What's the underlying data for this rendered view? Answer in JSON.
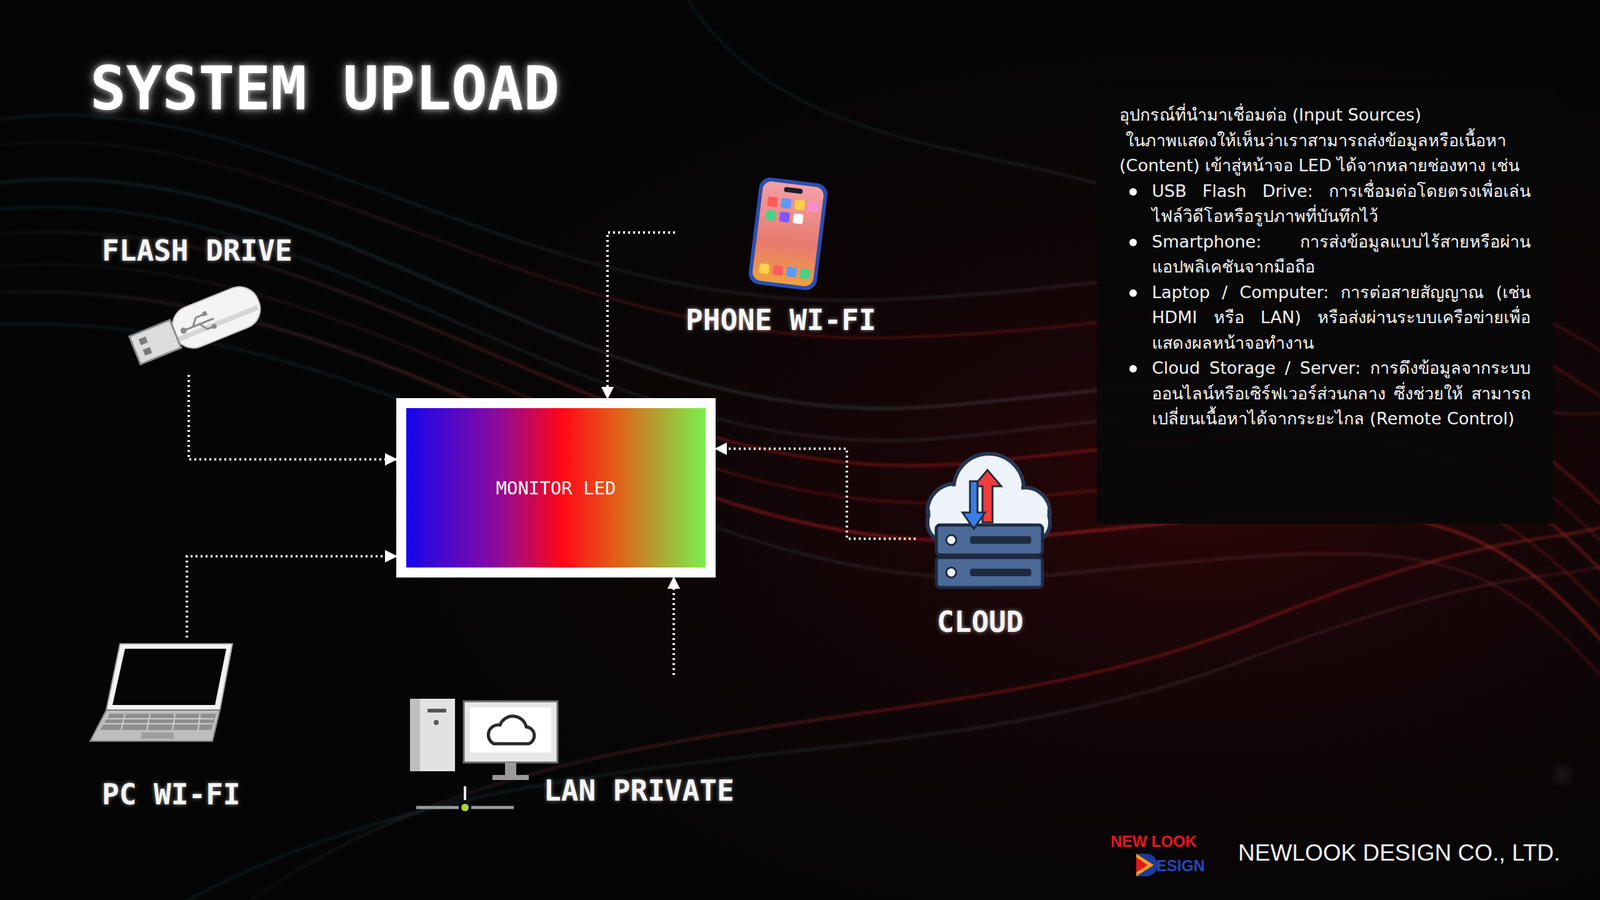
{
  "diagram": {
    "title": "SYSTEM UPLOAD",
    "nodes": [
      {
        "text": [
          "FLASH DRIVE"
        ]
      },
      {
        "text": [
          "PHONE WI-FI"
        ]
      },
      {
        "text": [
          "MONITOR LED"
        ]
      },
      {
        "text": [
          "CLOUD"
        ]
      },
      {
        "text": [
          "PC WI-FI"
        ]
      },
      {
        "text": [
          "LAN PRIVATE"
        ]
      },
      {
        "text": [
          "อุปกรณ์ที่นำมาเชื่อมต่อ (Input Sources)",
          "ในภาพแสดงให้เห็นว่าเราสามารถส่งข้อมูลหรือเนื้อหา (Content) เข้าสู่หน้าจอ LED ได้จากหลายช่องทาง เช่น",
          "USB Flash Drive: การเชื่อมต่อโดยตรงเพื่อเล่น ไฟล์วิดีโอหรือรูปภาพที่บันทึกไว้",
          "Smartphone: การส่งข้อมูลแบบไร้สายหรือผ่าน แอปพลิเคชันจากมือถือ",
          "Laptop / Computer: การต่อสายสัญญาณ (เช่น HDMI หรือ LAN) หรือส่งผ่านระบบเครือข่ายเพื่อ แสดงผลหน้าจอทำงาน",
          "Cloud Storage / Server: การดึงข้อมูลจากระบบ ออนไลน์หรือเซิร์ฟเวอร์ส่วนกลาง ซึ่งช่วยให้ สามารถเปลี่ยนเนื้อหาได้จากระยะไกล (Remote Control)"
        ]
      }
    ],
    "edges": [
      {
        "from": 0,
        "to": 2,
        "arrow": "to"
      },
      {
        "from": 1,
        "to": 2,
        "arrow": "to"
      },
      {
        "from": 4,
        "to": 2,
        "arrow": "to"
      },
      {
        "from": 5,
        "to": 2,
        "arrow": "to"
      },
      {
        "from": 3,
        "to": 2,
        "arrow": "to"
      }
    ],
    "labels": [
      "NEW LOOK",
      "ESIGN",
      "NEWLOOK DESIGN CO., LTD."
    ]
  }
}
